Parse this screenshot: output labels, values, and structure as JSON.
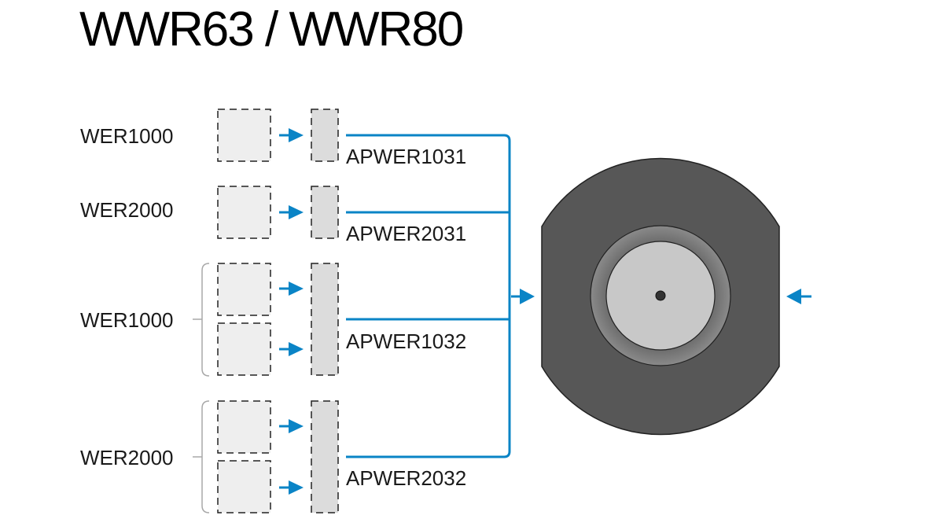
{
  "title": "WWR63 / WWR80",
  "rows": [
    {
      "source_label": "WER1000",
      "adapter_label": "APWER1031"
    },
    {
      "source_label": "WER2000",
      "adapter_label": "APWER2031"
    },
    {
      "source_label": "WER1000",
      "adapter_label": "APWER1032"
    },
    {
      "source_label": "WER2000",
      "adapter_label": "APWER2032"
    }
  ],
  "colors": {
    "arrow": "#0a84c6",
    "module_fill": "#eeeeee",
    "adapter_fill": "#dcdcdc",
    "dashed_outline": "#222222",
    "device_body": "#575757",
    "device_ring": "#7a7a7a",
    "device_face": "#c8c8c8"
  }
}
